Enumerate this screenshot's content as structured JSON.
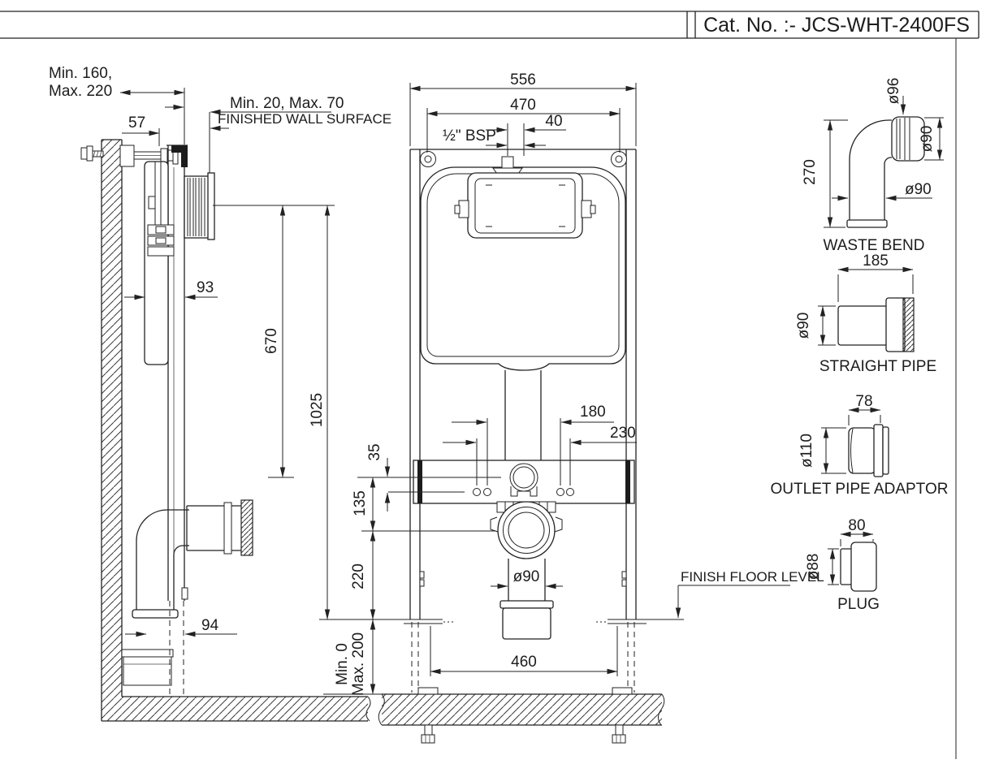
{
  "title_block": {
    "cat_no_label": "Cat. No. :- JCS-WHT-2400FS"
  },
  "side_view": {
    "wall_offset_line1": "Min. 160,",
    "wall_offset_line2": "Max. 220",
    "bracket_depth": "57",
    "finished_wall_line1": "Min. 20, Max. 70",
    "finished_wall_line2": "FINISHED WALL SURFACE",
    "body_depth": "93",
    "button_height": "670",
    "frame_height": "1025",
    "leg_offset": "94"
  },
  "front_view": {
    "overall_width": "556",
    "fixing_width": "470",
    "inlet_size": "½\" BSP",
    "inlet_offset": "40",
    "hole_span_inner": "180",
    "hole_span_outer": "230",
    "hole_offset": "35",
    "outlet_drop": "135",
    "outlet_height": "220",
    "outlet_dia": "ø90",
    "foot_span": "460",
    "leg_adjust_min": "Min. 0",
    "leg_adjust_max": "Max. 200",
    "floor_label": "FINISH FLOOR LEVEL"
  },
  "components": {
    "waste_bend": {
      "label": "WASTE BEND",
      "top_dia": "ø96",
      "side_dia": "ø90",
      "height": "270",
      "bottom_dia": "ø90"
    },
    "straight_pipe": {
      "label": "STRAIGHT PIPE",
      "length": "185",
      "dia": "ø90"
    },
    "outlet_pipe_adaptor": {
      "label": "OUTLET PIPE ADAPTOR",
      "length": "78",
      "dia": "ø110"
    },
    "plug": {
      "label": "PLUG",
      "length": "80",
      "dia": "ø88"
    }
  }
}
